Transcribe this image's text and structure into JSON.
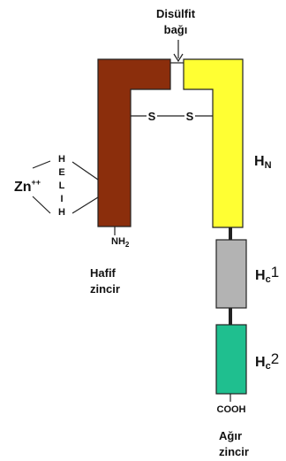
{
  "labels": {
    "disulfide_line1": "Disülfit",
    "disulfide_line2": "bağı",
    "s_left": "S",
    "s_right": "S",
    "heavy_n": "H",
    "heavy_n_sub": "N",
    "hc1": "H",
    "hc1_sub": "c",
    "hc1_num": "1",
    "hc2": "H",
    "hc2_sub": "c",
    "hc2_num": "2",
    "zinc": "Zn",
    "zinc_charge": "++",
    "helix_letters": [
      "H",
      "E",
      "L",
      "I",
      "H"
    ],
    "nh2_main": "NH",
    "nh2_sub": "2",
    "cooh": "COOH",
    "light_chain_line1": "Hafif",
    "light_chain_line2": "zincir",
    "heavy_chain_line1": "Ağır",
    "heavy_chain_line2": "zincir"
  },
  "colors": {
    "light_chain": "#8b2e0c",
    "heavy_chain_n": "#ffff33",
    "hc1_domain": "#b3b3b3",
    "hc2_domain": "#1fbf8f",
    "outline": "#222222"
  }
}
